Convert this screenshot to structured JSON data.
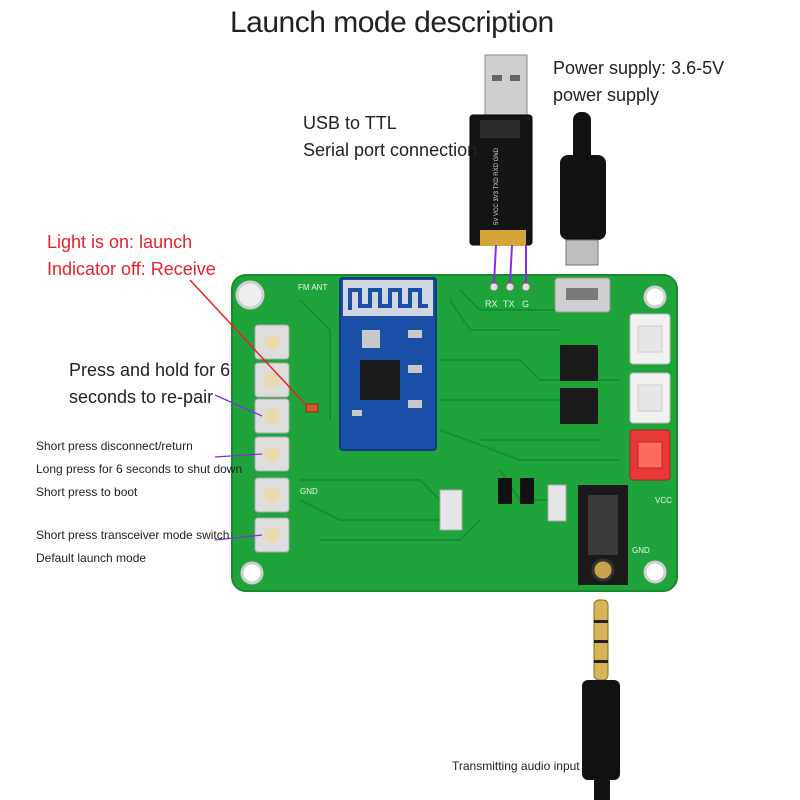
{
  "title": "Launch mode description",
  "usb_label": {
    "line1": "USB to TTL",
    "line2": "Serial port connection"
  },
  "power_label": {
    "line1": "Power supply: 3.6-5V",
    "line2": "power supply"
  },
  "indicator_label": {
    "line1": "Light is on: launch",
    "line2": "Indicator off: Receive"
  },
  "pair_label": {
    "line1": "Press and hold for 6",
    "line2": "seconds to re-pair"
  },
  "button_label": {
    "line1": "Short press disconnect/return",
    "line2": "Long press for 6 seconds to shut down",
    "line3": "Short press to boot"
  },
  "mode_label": {
    "line1": "Short press transceiver mode switch",
    "line2": "Default launch mode"
  },
  "audio_label": "Transmitting audio input",
  "pins": [
    "RX",
    "TX",
    "G"
  ],
  "usb_module_pins": "5V VCC 3V3 TXD RXD GND",
  "board_marks": {
    "fm_ant": "FM ANT",
    "vcc": "VCC",
    "gnd": "GND",
    "gnd2": "GND"
  },
  "colors": {
    "pcb": "#1fa43b",
    "pcb_dark": "#158a2e",
    "annotation_red": "#e8202a",
    "line_purple": "#8a2be2",
    "module_blue": "#1a4fa8"
  }
}
